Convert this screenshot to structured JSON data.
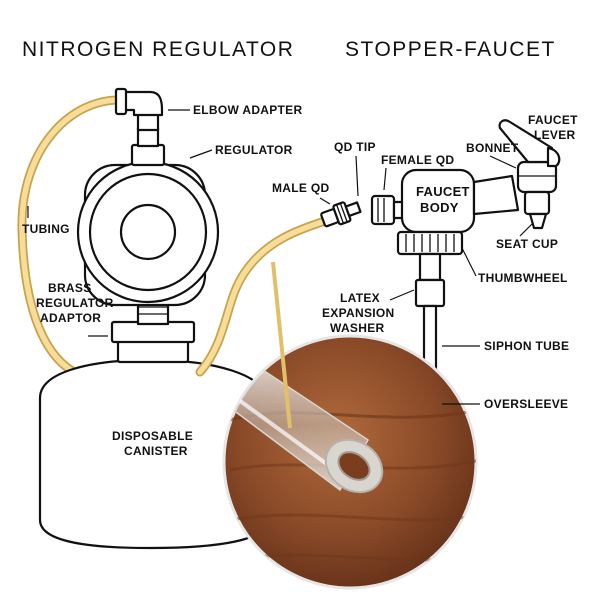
{
  "titles": {
    "left": "NITROGEN REGULATOR",
    "right": "STOPPER-FAUCET"
  },
  "labels": {
    "elbow_adapter": "ELBOW ADAPTER",
    "regulator": "REGULATOR",
    "tubing": "TUBING",
    "brass_line1": "BRASS",
    "brass_line2": "REGULATOR",
    "brass_line3": "ADAPTOR",
    "canister_line1": "DISPOSABLE",
    "canister_line2": "CANISTER",
    "male_qd": "MALE QD",
    "qd_tip": "QD TIP",
    "female_qd": "FEMALE QD",
    "faucet_body_line1": "FAUCET",
    "faucet_body_line2": "BODY",
    "bonnet": "BONNET",
    "faucet_lever_line1": "FAUCET",
    "faucet_lever_line2": "LEVER",
    "seat_cup": "SEAT CUP",
    "thumbwheel": "THUMBWHEEL",
    "latex_line1": "LATEX",
    "latex_line2": "EXPANSION",
    "latex_line3": "WASHER",
    "siphon_tube": "SIPHON TUBE",
    "oversleeve": "OVERSLEEVE"
  },
  "colors": {
    "tubing": "#c9a34c",
    "tubing_highlight": "#f6dd9a",
    "wood": "#8a4a28",
    "ink": "#111111"
  }
}
